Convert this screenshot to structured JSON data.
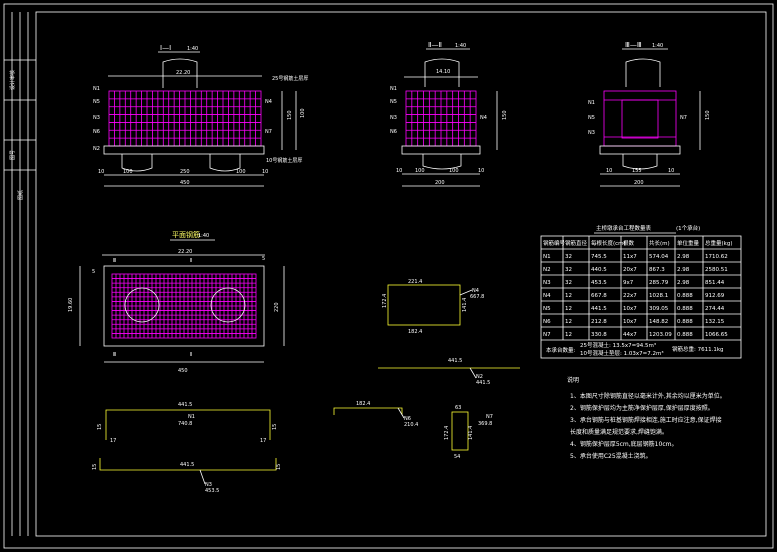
{
  "sections": {
    "s1": {
      "title": "Ⅰ—Ⅰ",
      "scale": "1:40",
      "top_dim": "22.20",
      "left_dim": "100",
      "mid_dim": "250",
      "right_dim": "100",
      "total_dim": "450",
      "edge_l": "10",
      "edge_r": "10",
      "h1": "150",
      "h2": "100",
      "note_top": "25号钢筋土层厚",
      "note_bot": "10号钢筋土层厚"
    },
    "s2": {
      "title": "Ⅱ—Ⅱ",
      "scale": "1:40",
      "top_dim": "14.10",
      "d1": "100",
      "d2": "100",
      "total": "200",
      "edge_l": "10",
      "edge_r": "10",
      "h": "150"
    },
    "s3": {
      "title": "Ⅲ—Ⅲ",
      "scale": "1:40",
      "d1": "10",
      "d2": "155",
      "d3": "10",
      "total": "200",
      "h": "150"
    },
    "plan": {
      "title": "平面钢筋",
      "scale": "1:40",
      "top_dim": "22.20",
      "total": "450",
      "side_l": "19.60",
      "side_r": "220",
      "mark_a": "5",
      "mark_b": "5"
    }
  },
  "labels": {
    "n1": "N1",
    "n2": "N2",
    "n3": "N3",
    "n4": "N4",
    "n5": "N5",
    "n6": "N6",
    "n7": "N7"
  },
  "details": {
    "d_n4": {
      "top": "221.4",
      "left": "172.4",
      "bottom": "182.4",
      "right": "141.4",
      "tag": "N4",
      "sub": "667.8"
    },
    "d_long": {
      "len": "441.5",
      "tag": "N2",
      "sub": "441.5"
    },
    "d_n1": {
      "top": "441.5",
      "left": "15",
      "right": "15",
      "h1": "17",
      "h2": "17",
      "tag": "N1",
      "sub": "740.8"
    },
    "d_n3": {
      "len": "441.5",
      "l": "15",
      "r": "15",
      "tag": "N3",
      "sub": "453.5"
    },
    "d_n6": {
      "len": "182.4",
      "tag": "N6",
      "sub": "210.4"
    },
    "d_n7": {
      "top": "63",
      "left": "172.4",
      "h": "141.4",
      "bot": "54",
      "tag": "N7",
      "sub": "369.8"
    }
  },
  "table": {
    "title": "主桥墩承台工程数量表",
    "subtitle": "(1个承台)",
    "headers": [
      "钢筋编号",
      "钢筋直径",
      "每根长度(cm)",
      "根数",
      "共长(m)",
      "单位重量",
      "总重量(kg)"
    ],
    "rows": [
      [
        "N1",
        "32",
        "745.5",
        "11x7",
        "574.04",
        "2.98",
        "1710.62"
      ],
      [
        "N2",
        "32",
        "440.5",
        "20x7",
        "867.3",
        "2.98",
        "2580.51"
      ],
      [
        "N3",
        "32",
        "453.5",
        "9x7",
        "285.79",
        "2.98",
        "851.44"
      ],
      [
        "N4",
        "12",
        "667.8",
        "22x7",
        "1028.1",
        "0.888",
        "912.69"
      ],
      [
        "N5",
        "12",
        "441.5",
        "10x7",
        "309.05",
        "0.888",
        "274.44"
      ],
      [
        "N6",
        "12",
        "212.8",
        "10x7",
        "148.82",
        "0.888",
        "132.15"
      ],
      [
        "N7",
        "12",
        "330.8",
        "44x7",
        "1203.09",
        "0.888",
        "1066.65"
      ]
    ],
    "summary_label": "本承台数量:",
    "summary_1": "25号混凝土: 13.5x7=94.5m³",
    "summary_2": "10号混凝土垫层: 1.03x7=7.2m³",
    "summary_3": "钢筋总重: 7611.1kg"
  },
  "notes": {
    "heading": "说明",
    "items": [
      "1、本图尺寸除钢筋直径以毫米计外,其余均以厘米为单位。",
      "2、钢筋保护层均为主筋净保护层厚,保护层厚度按照。",
      "3、承台钢筋与桩基钢筋焊接相连,施工时应注意,保证焊接",
      "   长度和质量满足规范要求,焊缝饱满。",
      "4、钢筋保护层厚5cm,底层钢筋10cm。",
      "5、承台使用C25混凝土浇筑。"
    ]
  },
  "titleblock": {
    "label_a": "设计审核",
    "label_b": "图号",
    "label_c": "图纸"
  }
}
